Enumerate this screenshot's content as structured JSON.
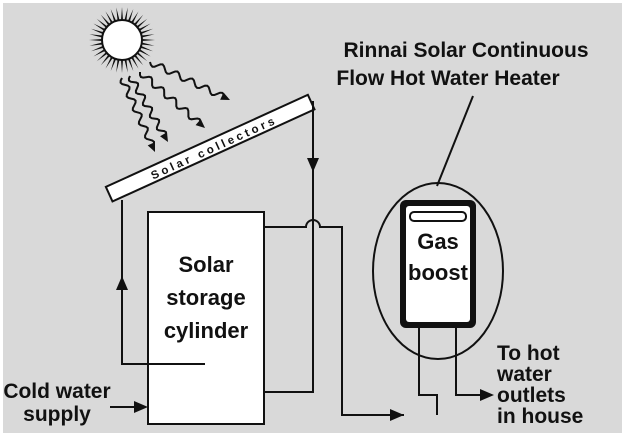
{
  "diagram": {
    "background_color": "#d9d9d9",
    "frame_color": "#ffffff",
    "ink_color": "#111111",
    "title_lines": [
      "Rinnai Solar Continuous",
      "Flow Hot Water Heater"
    ],
    "collector_label": "Solar collectors",
    "cylinder_lines": [
      "Solar",
      "storage",
      "cylinder"
    ],
    "heater_lines": [
      "Gas",
      "boost"
    ],
    "cold_water_lines": [
      "Cold water",
      "supply"
    ],
    "outlet_lines": [
      "To hot",
      "water",
      "outlets",
      "in house"
    ],
    "icons": [
      "sun-icon",
      "sun-ray-icon"
    ]
  }
}
